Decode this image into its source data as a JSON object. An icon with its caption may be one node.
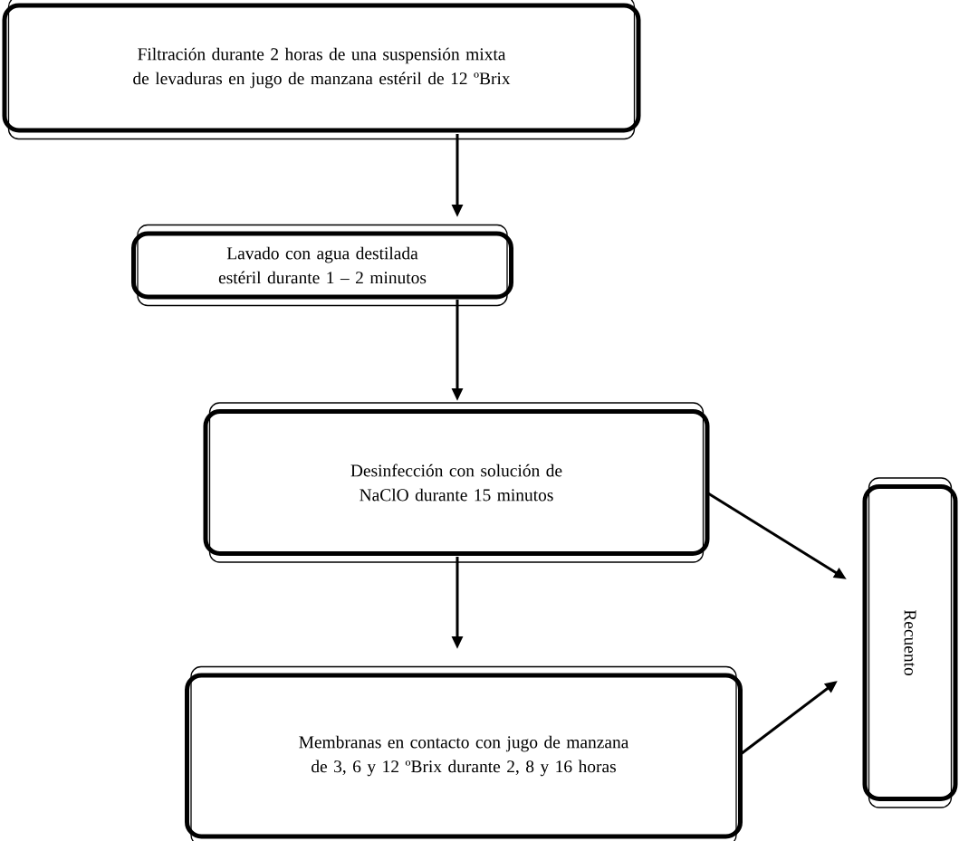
{
  "diagram": {
    "nodes": [
      {
        "text": [
          "Filtración durante 2 horas de una suspensión mixta de levaduras en jugo de manzana estéril de 12 ºBrix"
        ]
      },
      {
        "text": [
          "Lavado con agua destilada estéril durante 1 – 2 minutos"
        ]
      },
      {
        "text": [
          "Desinfección con solución de NaClO durante 15 minutos"
        ]
      },
      {
        "text": [
          "Membranas en contacto con jugo de manzana de 3, 6 y 12 ºBrix durante 2, 8 y 16 horas"
        ]
      },
      {
        "text": [
          "Recuento"
        ]
      }
    ],
    "edges": [
      {
        "from": 0,
        "to": 1,
        "arrow": "to"
      },
      {
        "from": 1,
        "to": 2,
        "arrow": "to"
      },
      {
        "from": 2,
        "to": 3,
        "arrow": "to"
      },
      {
        "from": 2,
        "to": 4,
        "arrow": "to"
      },
      {
        "from": 3,
        "to": 4,
        "arrow": "to"
      }
    ]
  }
}
